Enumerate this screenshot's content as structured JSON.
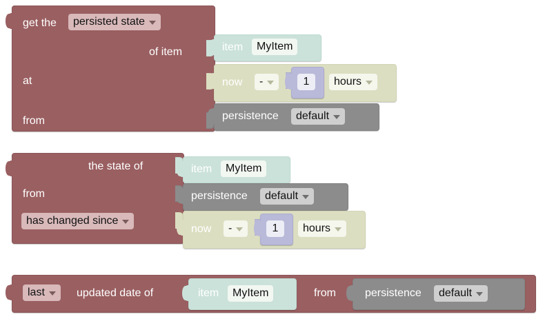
{
  "editor": {
    "name": "blockly-workspace",
    "background": "#ffffff",
    "palette": {
      "persistence_block": "#9A5F61",
      "item_block": "#CBE2DA",
      "datetime_block": "#DCDEC1",
      "service_block": "#8C8C8C",
      "number_block": "#B9B9D9",
      "field_pink": "#D9B9BA",
      "field_light": "#F2F7F2",
      "field_gray": "#CFCFCF",
      "text_on_block": "#FFFFFF"
    }
  },
  "blocks": [
    {
      "id": "get-persisted-state",
      "kind": "persistence-get",
      "rows": [
        {
          "label": "get the",
          "field": {
            "name": "state-kind",
            "value": "persisted state",
            "type": "dropdown"
          }
        },
        {
          "label": "of item",
          "child": {
            "id": "item-block-1",
            "kind": "item",
            "label": "item",
            "field": {
              "name": "item-name",
              "value": "MyItem",
              "type": "text"
            }
          }
        },
        {
          "label": "at",
          "child": {
            "id": "datetime-block-1",
            "kind": "datetime-offset",
            "label": "now",
            "operator": {
              "name": "offset-operator",
              "value": "-",
              "type": "dropdown"
            },
            "amount": {
              "id": "number-block-1",
              "kind": "number",
              "field": {
                "name": "number-value",
                "value": "1",
                "type": "number"
              }
            },
            "unit": {
              "name": "time-unit",
              "value": "hours",
              "type": "dropdown"
            }
          }
        },
        {
          "label": "from",
          "child": {
            "id": "persistence-service-1",
            "kind": "persistence-service",
            "label": "persistence",
            "field": {
              "name": "service-name",
              "value": "default",
              "type": "dropdown"
            }
          }
        }
      ]
    },
    {
      "id": "state-changed-since",
      "kind": "persistence-check",
      "rows": [
        {
          "label": "the state of",
          "child": {
            "id": "item-block-2",
            "kind": "item",
            "label": "item",
            "field": {
              "name": "item-name",
              "value": "MyItem",
              "type": "text"
            }
          }
        },
        {
          "label": "from",
          "child": {
            "id": "persistence-service-2",
            "kind": "persistence-service",
            "label": "persistence",
            "field": {
              "name": "service-name",
              "value": "default",
              "type": "dropdown"
            }
          }
        },
        {
          "field": {
            "name": "change-condition",
            "value": "has changed since",
            "type": "dropdown"
          },
          "child": {
            "id": "datetime-block-2",
            "kind": "datetime-offset",
            "label": "now",
            "operator": {
              "name": "offset-operator",
              "value": "-",
              "type": "dropdown"
            },
            "amount": {
              "id": "number-block-2",
              "kind": "number",
              "field": {
                "name": "number-value",
                "value": "1",
                "type": "number"
              }
            },
            "unit": {
              "name": "time-unit",
              "value": "hours",
              "type": "dropdown"
            }
          }
        }
      ]
    },
    {
      "id": "last-updated-date",
      "kind": "persistence-date",
      "rows": [
        {
          "field": {
            "name": "update-kind",
            "value": "last",
            "type": "dropdown"
          },
          "label": "updated date of",
          "label2": "from",
          "child": {
            "id": "item-block-3",
            "kind": "item",
            "label": "item",
            "field": {
              "name": "item-name",
              "value": "MyItem",
              "type": "text"
            }
          },
          "child2": {
            "id": "persistence-service-3",
            "kind": "persistence-service",
            "label": "persistence",
            "field": {
              "name": "service-name",
              "value": "default",
              "type": "dropdown"
            }
          }
        }
      ]
    }
  ]
}
